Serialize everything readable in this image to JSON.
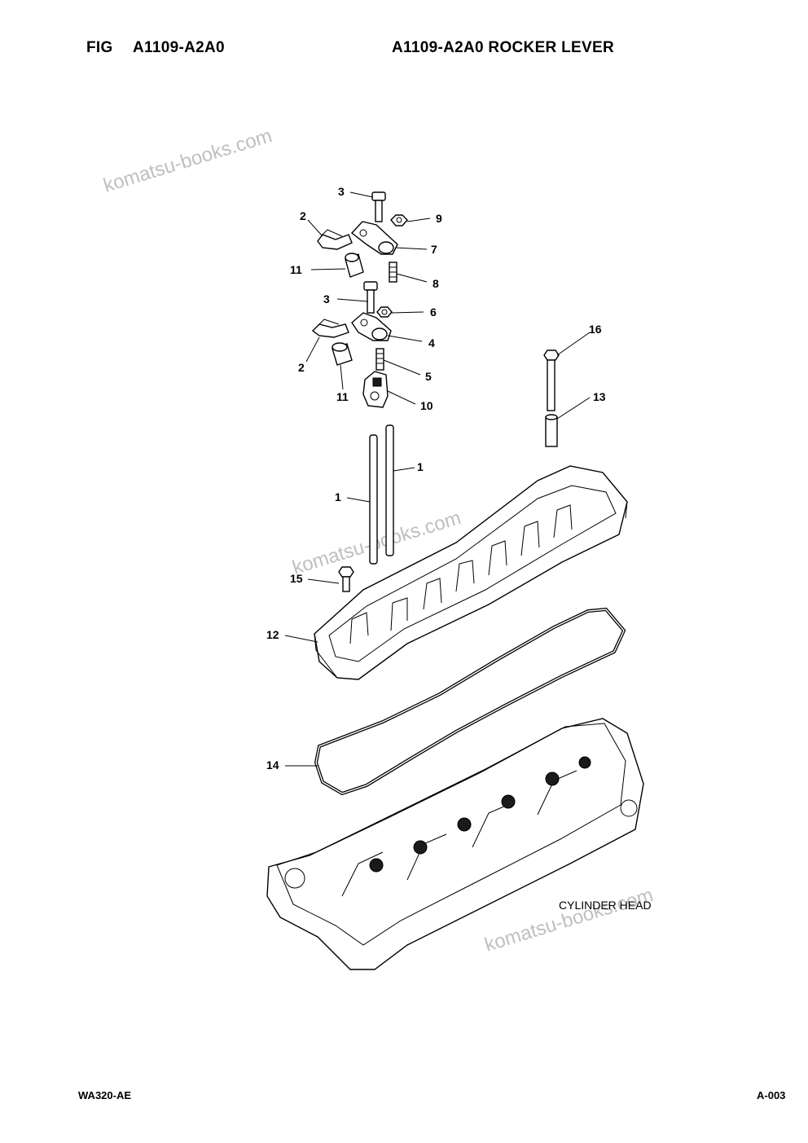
{
  "header": {
    "fig_label": "FIG",
    "fig_code": "A1109-A2A0",
    "title": "A1109-A2A0 ROCKER LEVER"
  },
  "footer": {
    "model": "WA320-AE",
    "page": "A-003"
  },
  "watermark": "komatsu-books.com",
  "diagram": {
    "annotation": "CYLINDER HEAD",
    "callouts": [
      "3",
      "9",
      "2",
      "7",
      "11",
      "8",
      "3",
      "6",
      "4",
      "2",
      "5",
      "11",
      "10",
      "16",
      "13",
      "1",
      "1",
      "15",
      "12",
      "14"
    ]
  }
}
